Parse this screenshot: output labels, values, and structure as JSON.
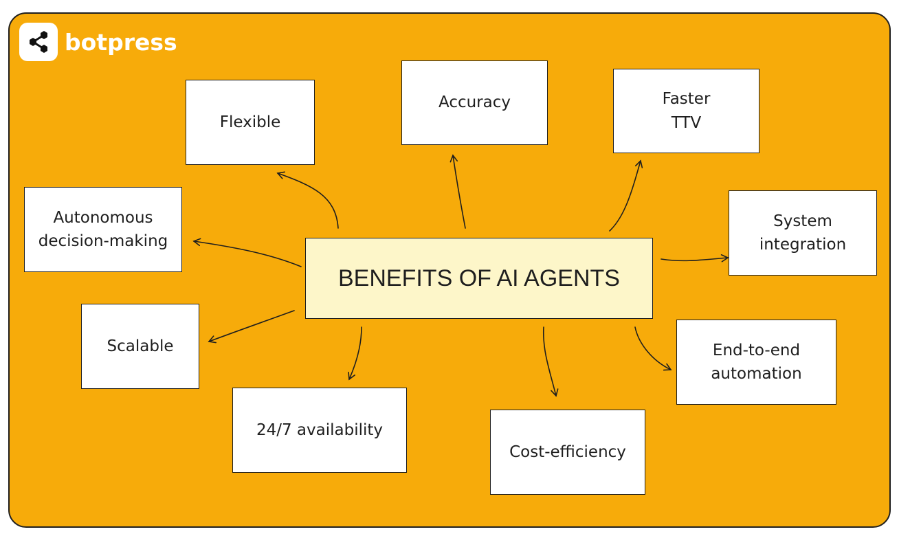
{
  "brand": {
    "name": "botpress",
    "icon": "share-nodes-icon"
  },
  "colors": {
    "background": "#f7ab0a",
    "center_fill": "#fdf6c9",
    "box_fill": "#ffffff",
    "stroke": "#1e1e1e"
  },
  "diagram": {
    "center": "BENEFITS OF AI AGENTS",
    "nodes": {
      "flexible": [
        "Flexible"
      ],
      "accuracy": [
        "Accuracy"
      ],
      "faster_ttv": [
        "Faster",
        "TTV"
      ],
      "autonomous": [
        "Autonomous",
        "decision-making"
      ],
      "system_integration": [
        "System",
        "integration"
      ],
      "scalable": [
        "Scalable"
      ],
      "end_to_end": [
        "End-to-end",
        "automation"
      ],
      "availability": [
        "24/7 availability"
      ],
      "cost_efficiency": [
        "Cost-efficiency"
      ]
    }
  }
}
